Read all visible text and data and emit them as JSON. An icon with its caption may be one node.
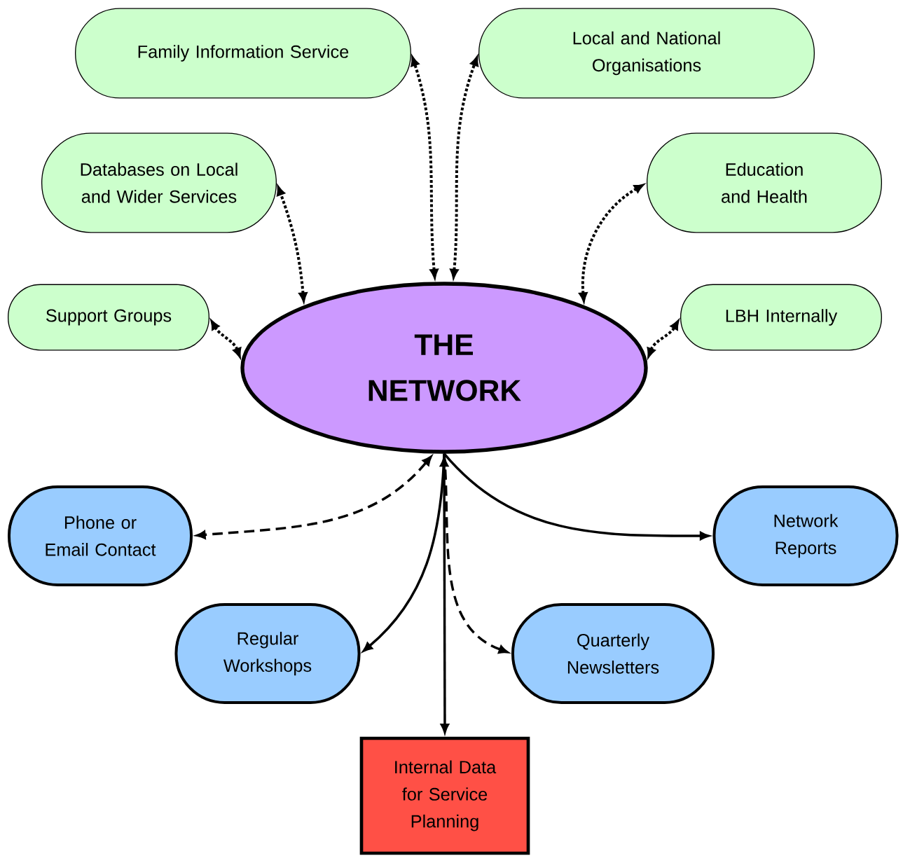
{
  "diagram": {
    "nodes": [
      {
        "text": [
          "Family Information Service"
        ]
      },
      {
        "text": [
          "Local and National Organisations"
        ]
      },
      {
        "text": [
          "Databases on Local and Wider Services"
        ]
      },
      {
        "text": [
          "Education and Health"
        ]
      },
      {
        "text": [
          "Support Groups"
        ]
      },
      {
        "text": [
          "LBH Internally"
        ]
      },
      {
        "text": [
          "THE NETWORK"
        ]
      },
      {
        "text": [
          "Phone or Email Contact"
        ]
      },
      {
        "text": [
          "Regular Workshops"
        ]
      },
      {
        "text": [
          "Quarterly Newsletters"
        ]
      },
      {
        "text": [
          "Network Reports"
        ]
      },
      {
        "text": [
          "Internal Data for Service Planning"
        ]
      }
    ],
    "edges": [
      {
        "from": 6,
        "to": 0,
        "arrow": "both",
        "style": "dashed"
      },
      {
        "from": 6,
        "to": 1,
        "arrow": "both",
        "style": "dashed"
      },
      {
        "from": 6,
        "to": 2,
        "arrow": "both",
        "style": "dashed"
      },
      {
        "from": 6,
        "to": 3,
        "arrow": "both",
        "style": "dashed"
      },
      {
        "from": 6,
        "to": 4,
        "arrow": "both",
        "style": "dashed"
      },
      {
        "from": 6,
        "to": 5,
        "arrow": "both",
        "style": "dashed"
      },
      {
        "from": 6,
        "to": 7,
        "arrow": "both",
        "style": "dashed"
      },
      {
        "from": 6,
        "to": 8,
        "arrow": "to"
      },
      {
        "from": 6,
        "to": 11,
        "arrow": "both"
      },
      {
        "from": 6,
        "to": 9,
        "arrow": "to",
        "style": "dashed"
      },
      {
        "from": 6,
        "to": 10,
        "arrow": "to"
      }
    ]
  }
}
